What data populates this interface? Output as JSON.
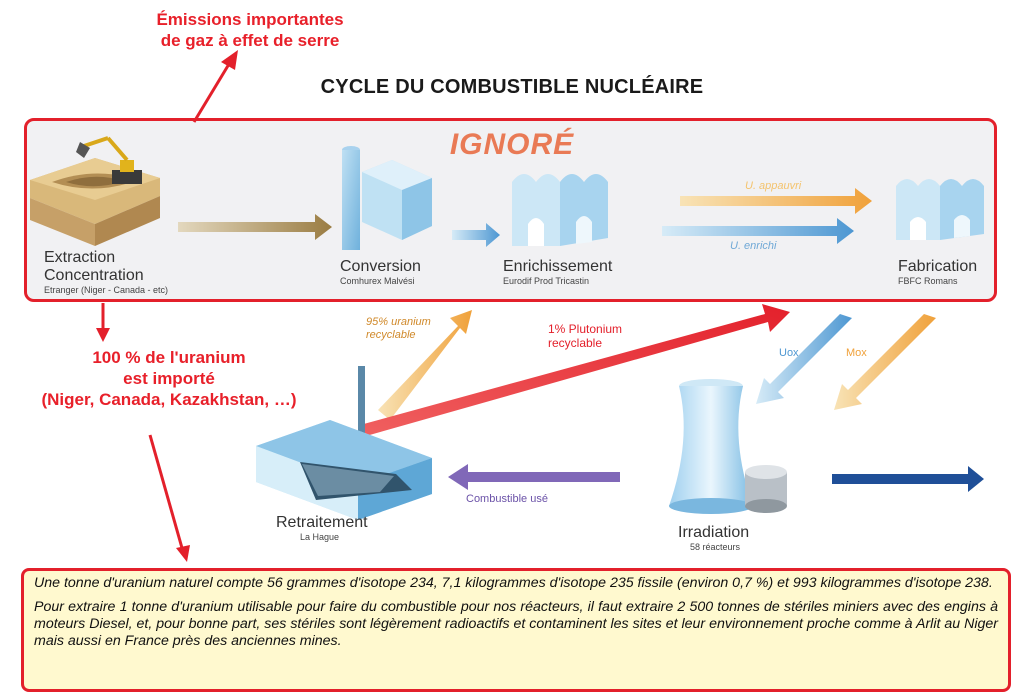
{
  "annotations": {
    "emissions_line1": "Émissions importantes",
    "emissions_line2": "de gaz à effet de serre",
    "uranium_line1": "100 % de l'uranium",
    "uranium_line2": "est importé",
    "uranium_line3": "(Niger, Canada, Kazakhstan, …)"
  },
  "title": "CYCLE DU COMBUSTIBLE NUCLÉAIRE",
  "ignored_label": "IGNORÉ",
  "steps": {
    "extraction": {
      "name_line1": "Extraction",
      "name_line2": "Concentration",
      "sub": "Etranger (Niger - Canada - etc)"
    },
    "conversion": {
      "name": "Conversion",
      "sub": "Comhurex Malvési"
    },
    "enrichissement": {
      "name": "Enrichissement",
      "sub": "Eurodif Prod Tricastin"
    },
    "fabrication": {
      "name": "Fabrication",
      "sub": "FBFC Romans"
    },
    "retraitement": {
      "name": "Retraitement",
      "sub": "La Hague"
    },
    "irradiation": {
      "name": "Irradiation",
      "sub": "58 réacteurs"
    }
  },
  "arrow_labels": {
    "u_appauvri": "U. appauvri",
    "u_enrichi": "U. enrichi",
    "uranium_recyclable_line1": "95% uranium",
    "uranium_recyclable_line2": "recyclable",
    "plutonium_line1": "1% Plutonium",
    "plutonium_line2": "recyclable",
    "uox": "Uox",
    "mox": "Mox",
    "combustible_use": "Combustible usé"
  },
  "info": {
    "paragraph1": "Une tonne d'uranium naturel compte 56 grammes d'isotope 234, 7,1 kilogrammes d'isotope 235 fissile (environ 0,7 %) et 993 kilogrammes d'isotope 238.",
    "paragraph2": "Pour extraire 1 tonne d'uranium utilisable pour faire du combustible pour nos réacteurs, il faut extraire 2 500 tonnes de stériles miniers avec des engins à moteurs Diesel, et, pour bonne part, ses stériles sont légèrement radioactifs et contaminent les sites et leur environnement proche comme à Arlit au Niger mais aussi en France près des anciennes mines."
  },
  "colors": {
    "red": "#e3202b",
    "orange": "#f0a63a",
    "blue": "#5b9fd6",
    "brown": "#a88a4c",
    "ignored_text": "#e97a55",
    "info_bg": "#fff9cf"
  }
}
